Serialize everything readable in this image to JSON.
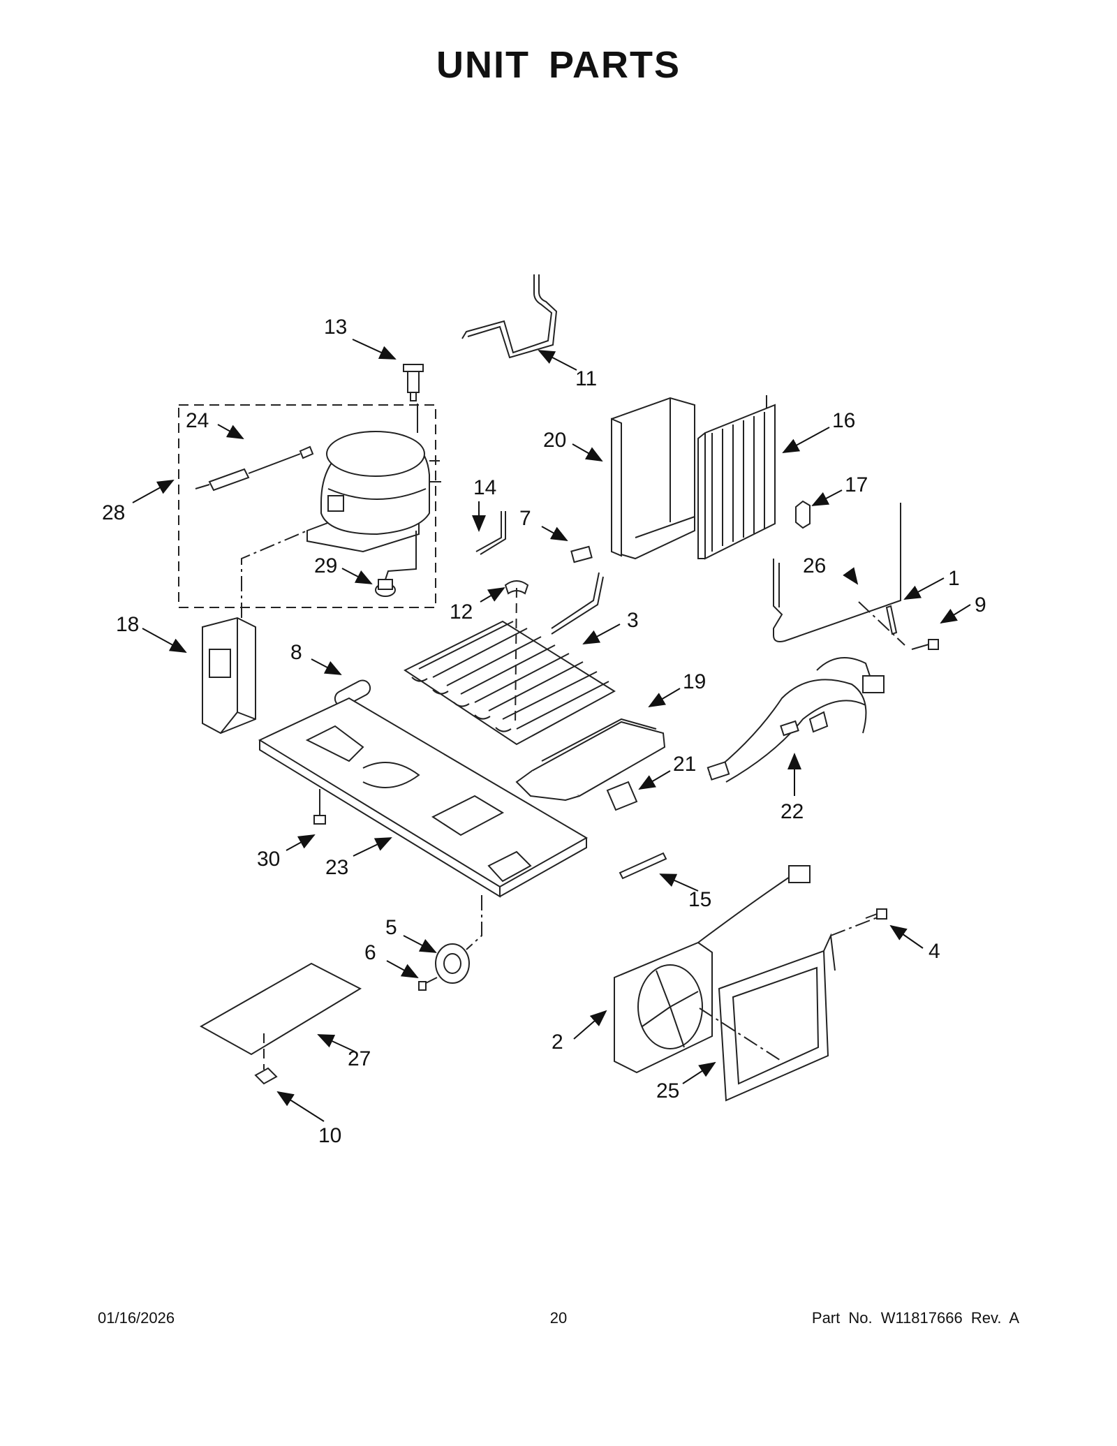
{
  "page": {
    "title": "UNIT PARTS",
    "footer": {
      "date": "01/16/2026",
      "page_number": "20",
      "part_no": "Part No. W11817666 Rev. A"
    }
  },
  "callouts": [
    {
      "id": "c1",
      "label": "1"
    },
    {
      "id": "c2",
      "label": "2"
    },
    {
      "id": "c3",
      "label": "3"
    },
    {
      "id": "c4",
      "label": "4"
    },
    {
      "id": "c5",
      "label": "5"
    },
    {
      "id": "c6",
      "label": "6"
    },
    {
      "id": "c7",
      "label": "7"
    },
    {
      "id": "c8",
      "label": "8"
    },
    {
      "id": "c9",
      "label": "9"
    },
    {
      "id": "c10",
      "label": "10"
    },
    {
      "id": "c11",
      "label": "11"
    },
    {
      "id": "c12",
      "label": "12"
    },
    {
      "id": "c13",
      "label": "13"
    },
    {
      "id": "c14",
      "label": "14"
    },
    {
      "id": "c15",
      "label": "15"
    },
    {
      "id": "c16",
      "label": "16"
    },
    {
      "id": "c17",
      "label": "17"
    },
    {
      "id": "c18",
      "label": "18"
    },
    {
      "id": "c19",
      "label": "19"
    },
    {
      "id": "c20",
      "label": "20"
    },
    {
      "id": "c21",
      "label": "21"
    },
    {
      "id": "c22",
      "label": "22"
    },
    {
      "id": "c23",
      "label": "23"
    },
    {
      "id": "c24",
      "label": "24"
    },
    {
      "id": "c25",
      "label": "25"
    },
    {
      "id": "c26",
      "label": "26"
    },
    {
      "id": "c27",
      "label": "27"
    },
    {
      "id": "c28",
      "label": "28"
    },
    {
      "id": "c29",
      "label": "29"
    },
    {
      "id": "c30",
      "label": "30"
    }
  ]
}
